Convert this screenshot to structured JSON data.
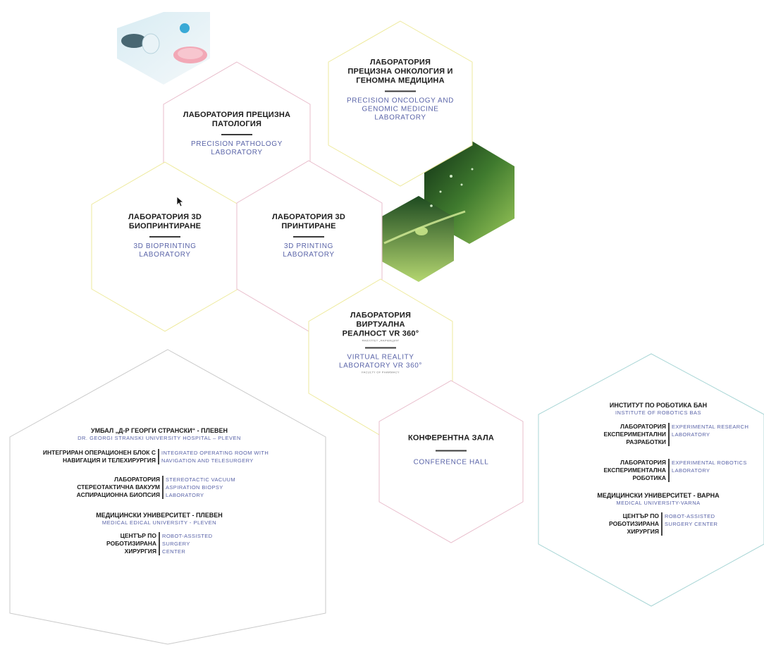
{
  "colors": {
    "border_yellow": "#eeea9c",
    "border_pink": "#e8bccb",
    "border_gray": "#c9c9c9",
    "border_teal": "#a9d6d6",
    "english_text": "#5a64a8",
    "bulgarian_text": "#1c1c1c",
    "green_dark": "#1f4d24",
    "green_light": "#8cc04a"
  },
  "hex_pathology": {
    "bg": "ЛАБОРАТОРИЯ ПРЕЦИЗНА ПАТОЛОГИЯ",
    "en": "PRECISION PATHOLOGY LABORATORY"
  },
  "hex_oncology": {
    "bg": "ЛАБОРАТОРИЯ ПРЕЦИЗНА ОНКОЛОГИЯ И ГЕНОМНА МЕДИЦИНА",
    "en": "PRECISION ONCOLOGY AND GENOMIC MEDICINE LABORATORY"
  },
  "hex_bioprinting": {
    "bg": "ЛАБОРАТОРИЯ 3D БИОПРИНТИРАНЕ",
    "en": "3D BIOPRINTING LABORATORY"
  },
  "hex_printing": {
    "bg": "ЛАБОРАТОРИЯ 3D ПРИНТИРАНЕ",
    "en": "3D PRINTING LABORATORY"
  },
  "hex_vr": {
    "bg": "ЛАБОРАТОРИЯ ВИРТУАЛНА РЕАЛНОСТ VR 360°",
    "bg_small": "ФАКУЛТЕТ „ФАРМАЦИЯ“",
    "en": "VIRTUAL REALITY LABORATORY VR 360°",
    "en_small": "FACULTY OF PHARMACY"
  },
  "hex_conference": {
    "bg": "КОНФЕРЕНТНА ЗАЛА",
    "en": "CONFERENCE HALL"
  },
  "hex_pleven": {
    "hospital_bg": "УМБАЛ „Д-Р ГЕОРГИ СТРАНСКИ“ - ПЛЕВЕН",
    "hospital_en": "DR. GEORGI STRANSKI UNIVERSITY HOSPITAL – PLEVEN",
    "pairs": [
      {
        "bg": "ИНТЕГРИРАН ОПЕРАЦИОНЕН БЛОК С НАВИГАЦИЯ И ТЕЛЕХИРУРГИЯ",
        "en": "INTEGRATED OPERATING ROOM WITH NAVIGATION AND TELESURGERY"
      },
      {
        "bg": "ЛАБОРАТОРИЯ СТЕРЕОТАКТИЧНА ВАКУУМ АСПИРАЦИОННА БИОПСИЯ",
        "en": "STEREOTACTIC VACUUM ASPIRATION BIOPSY LABORATORY"
      }
    ],
    "university_bg": "МЕДИЦИНСКИ УНИВЕРСИТЕТ - ПЛЕВЕН",
    "university_en": "MEDICAL EDICAL UNIVERSITY - PLEVEN",
    "pairs2": [
      {
        "bg": "ЦЕНТЪР ПО РОБОТИЗИРАНА ХИРУРГИЯ",
        "en": "ROBOT-ASSISTED SURGERY CENTER"
      }
    ]
  },
  "hex_robotics": {
    "institute_bg": "ИНСТИТУТ ПО РОБОТИКА БАН",
    "institute_en": "INSTITUTE OF ROBOTICS BAS",
    "pairs": [
      {
        "bg": "ЛАБОРАТОРИЯ ЕКСПЕРИМЕНТАЛНИ РАЗРАБОТКИ",
        "en": "EXPERIMENTAL RESEARCH LABORATORY"
      },
      {
        "bg": "ЛАБОРАТОРИЯ ЕКСПЕРИМЕНТАЛНА РОБОТИКА",
        "en": "EXPERIMENTAL ROBOTICS LABORATORY"
      }
    ],
    "university_bg": "МЕДИЦИНСКИ УНИВЕРСИТЕТ - ВАРНА",
    "university_en": "MEDICAL UNIVERSITY-VARNA",
    "pairs2": [
      {
        "bg": "ЦЕНТЪР ПО РОБОТИЗИРАНА ХИРУРГИЯ",
        "en": "ROBOT-ASSISTED SURGERY CENTER"
      }
    ]
  }
}
